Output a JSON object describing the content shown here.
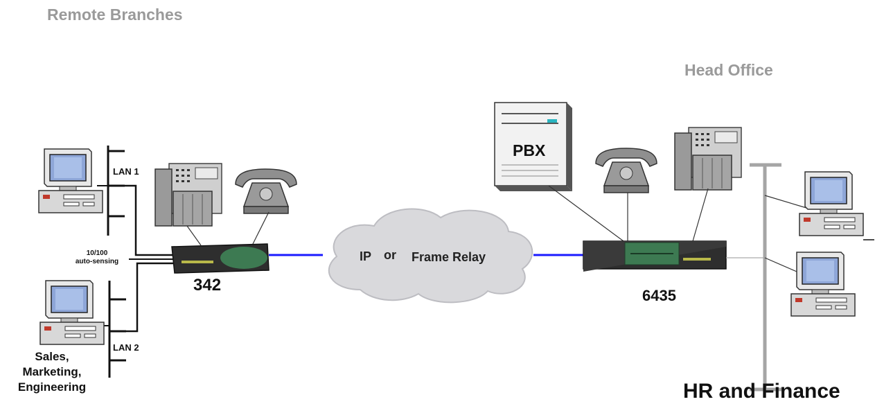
{
  "labels": {
    "remote_branches": "Remote Branches",
    "head_office": "Head Office",
    "lan1": "LAN 1",
    "lan2": "LAN 2",
    "speed_line1": "10/100",
    "speed_line2": "auto-sensing",
    "router_remote": "342",
    "router_head": "6435",
    "cloud_ip": "IP",
    "cloud_or": "or",
    "cloud_fr": "Frame Relay",
    "pbx": "PBX",
    "dept_left": [
      "Sales,",
      "Marketing,",
      "Engineering"
    ],
    "dept_right": "HR and Finance"
  },
  "colors": {
    "title_gray": "#9a9a9a",
    "wan_link": "#1a1aff",
    "cloud_fill": "#d9d9dc",
    "device_dark": "#2e2e2e",
    "device_green": "#3d7a52",
    "screen_blue": "#8ea6d8"
  },
  "icons": [
    "pc-icon",
    "phone-icon",
    "keyset-phone-icon",
    "router-icon",
    "pbx-icon",
    "cloud-icon"
  ]
}
